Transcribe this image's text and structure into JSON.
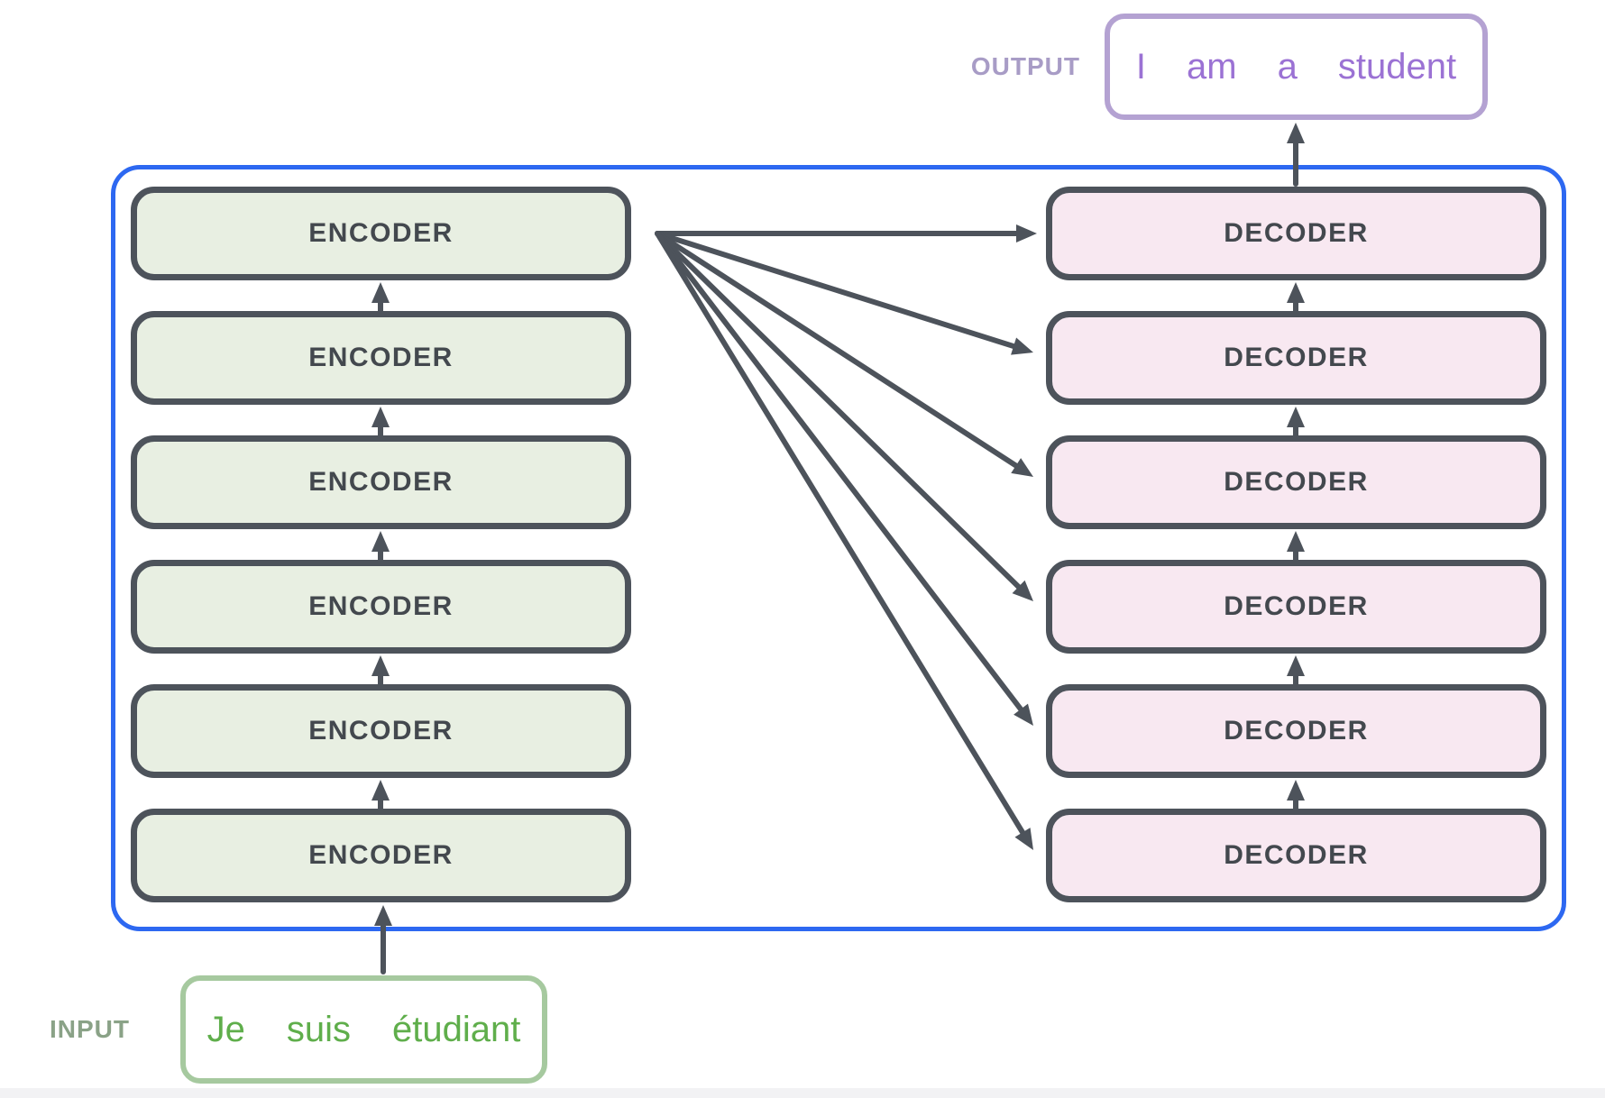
{
  "output": {
    "label": "OUTPUT",
    "tokens": [
      "I",
      "am",
      "a",
      "student"
    ]
  },
  "input": {
    "label": "INPUT",
    "tokens": [
      "Je",
      "suis",
      "étudiant"
    ]
  },
  "stack": {
    "encoders": [
      {
        "label": "ENCODER"
      },
      {
        "label": "ENCODER"
      },
      {
        "label": "ENCODER"
      },
      {
        "label": "ENCODER"
      },
      {
        "label": "ENCODER"
      },
      {
        "label": "ENCODER"
      }
    ],
    "decoders": [
      {
        "label": "DECODER"
      },
      {
        "label": "DECODER"
      },
      {
        "label": "DECODER"
      },
      {
        "label": "DECODER"
      },
      {
        "label": "DECODER"
      },
      {
        "label": "DECODER"
      }
    ]
  },
  "colors": {
    "canvas_bg": "#ffffff",
    "container_border": "#2d68f1",
    "box_border": "#4d535b",
    "box_text": "#43484e",
    "encoder_fill": "#e8efe2",
    "decoder_fill": "#f8e8f1",
    "arrow": "#4d535b",
    "output_border": "#b4a2d2",
    "output_text": "#9b72d4",
    "output_label": "#a89cc6",
    "input_border": "#a6c99f",
    "input_text": "#5fae4b",
    "input_label": "#8aa287",
    "footer_strip": "#f2f2f4"
  }
}
